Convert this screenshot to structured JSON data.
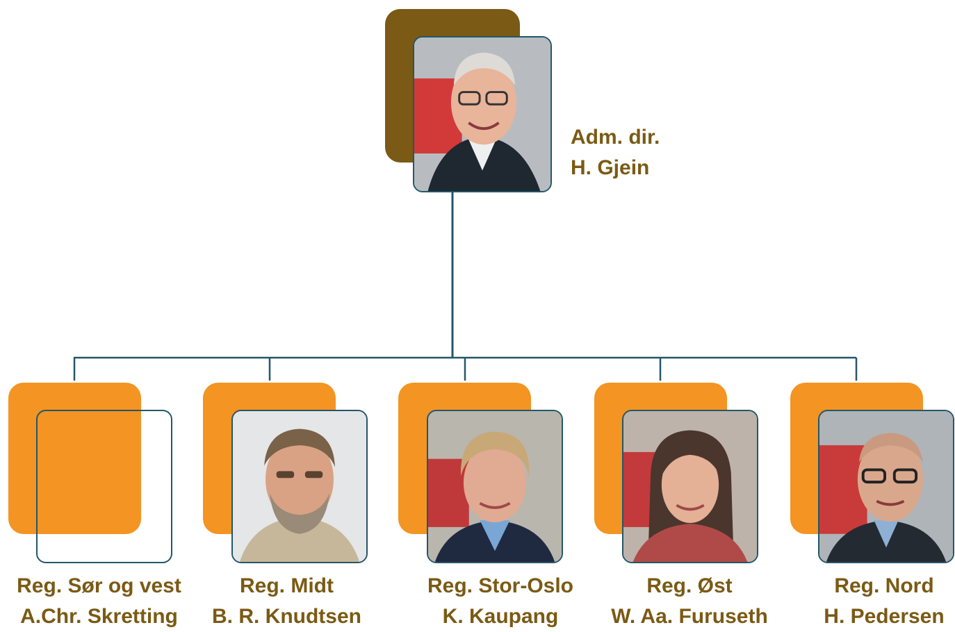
{
  "colors": {
    "accent_dark": "#7a5a14",
    "accent_orange": "#f39423",
    "line": "#24566a"
  },
  "top": {
    "title": "Adm. dir.",
    "name": "H. Gjein",
    "photo": "portrait-man-glasses"
  },
  "regions": [
    {
      "title": "Reg. Sør og vest",
      "name": "A.Chr. Skretting",
      "photo": "none"
    },
    {
      "title": "Reg. Midt",
      "name": "B. R. Knudtsen",
      "photo": "portrait-man-beard"
    },
    {
      "title": "Reg. Stor-Oslo",
      "name": "K. Kaupang",
      "photo": "portrait-woman-short-hair"
    },
    {
      "title": "Reg. Øst",
      "name": "W. Aa. Furuseth",
      "photo": "portrait-woman-long-hair"
    },
    {
      "title": "Reg. Nord",
      "name": "H. Pedersen",
      "photo": "portrait-man-glasses"
    }
  ]
}
